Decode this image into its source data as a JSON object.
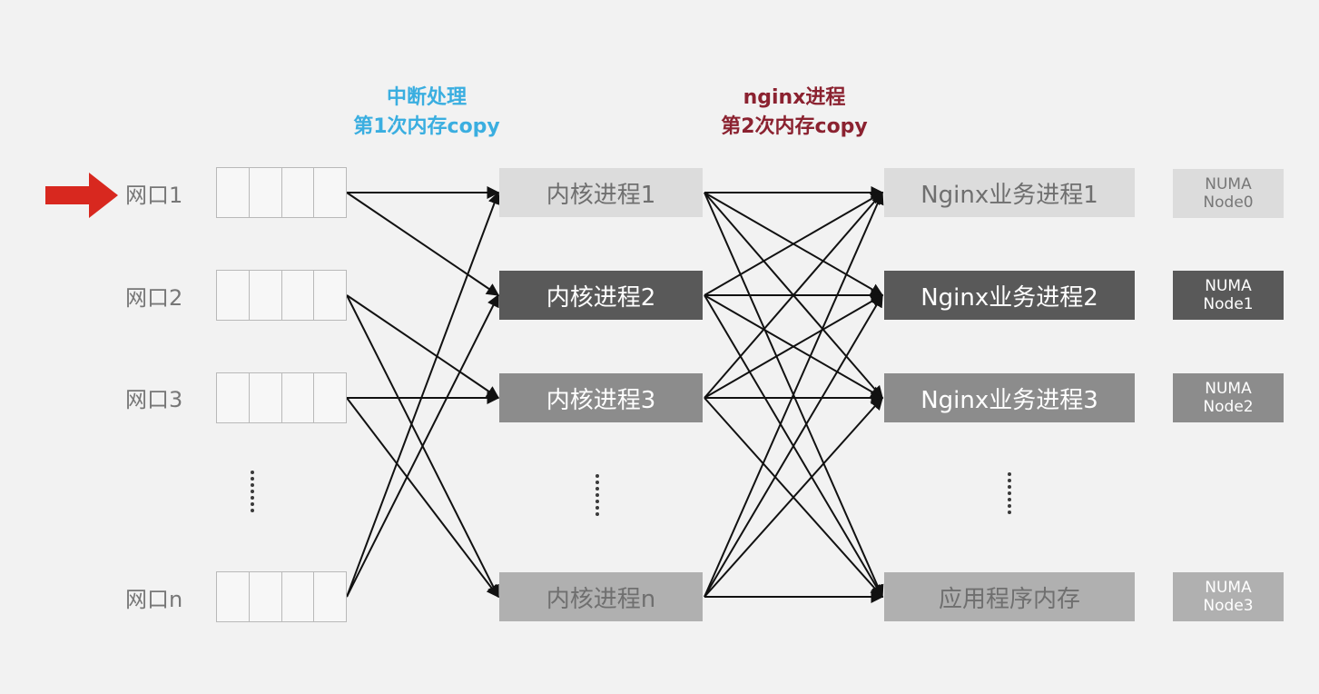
{
  "headers": {
    "interrupt": {
      "line1": "中断处理",
      "line2": "第1次内存copy",
      "color": "#3aaee0"
    },
    "nginx": {
      "line1": "nginx进程",
      "line2": "第2次内存copy",
      "color": "#8b2230"
    }
  },
  "ports": [
    {
      "label": "网口1",
      "highlighted": true
    },
    {
      "label": "网口2"
    },
    {
      "label": "网口3"
    },
    {
      "label": "网口n"
    }
  ],
  "kernel_processes": [
    {
      "label": "内核进程1",
      "tone": "light"
    },
    {
      "label": "内核进程2",
      "tone": "dark"
    },
    {
      "label": "内核进程3",
      "tone": "mid"
    },
    {
      "label": "内核进程n",
      "tone": "pale"
    }
  ],
  "nginx_processes": [
    {
      "label": "Nginx业务进程1",
      "tone": "light"
    },
    {
      "label": "Nginx业务进程2",
      "tone": "dark"
    },
    {
      "label": "Nginx业务进程3",
      "tone": "mid"
    },
    {
      "label": "应用程序内存",
      "tone": "pale"
    }
  ],
  "numa_nodes": [
    {
      "line1": "NUMA",
      "line2": "Node0",
      "tone": "light"
    },
    {
      "line1": "NUMA",
      "line2": "Node1",
      "tone": "dark"
    },
    {
      "line1": "NUMA",
      "line2": "Node2",
      "tone": "mid"
    },
    {
      "line1": "NUMA",
      "line2": "Node3",
      "tone": "pale"
    }
  ],
  "colors": {
    "arrow_highlight": "#d8281f",
    "box_light": "#dcdcdc",
    "box_dark": "#595959",
    "box_mid": "#8c8c8c",
    "box_pale": "#b0b0b0"
  },
  "connections": {
    "ports_to_kernel": [
      [
        0,
        0
      ],
      [
        0,
        1
      ],
      [
        1,
        2
      ],
      [
        1,
        3
      ],
      [
        2,
        2
      ],
      [
        2,
        3
      ],
      [
        3,
        0
      ],
      [
        3,
        1
      ]
    ],
    "kernel_to_nginx": "all-to-all"
  }
}
